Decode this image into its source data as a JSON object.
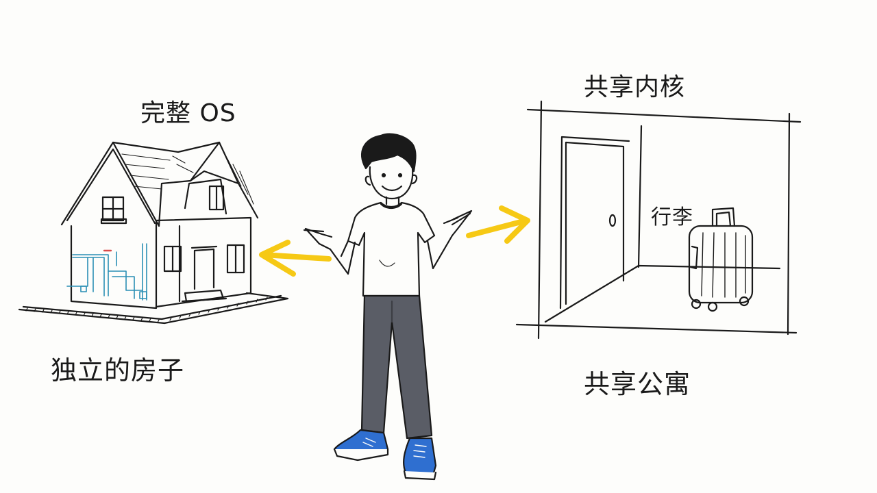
{
  "labels": {
    "full_os": "完整 OS",
    "independent_house": "独立的房子",
    "shared_kernel": "共享内核",
    "shared_apartment": "共享公寓",
    "luggage": "行李"
  },
  "colors": {
    "arrow": "#f6c915",
    "ink": "#1a1a1a",
    "pipes": "#2a8fb5",
    "pants": "#5a5d66",
    "shoes": "#2f6fd0"
  }
}
